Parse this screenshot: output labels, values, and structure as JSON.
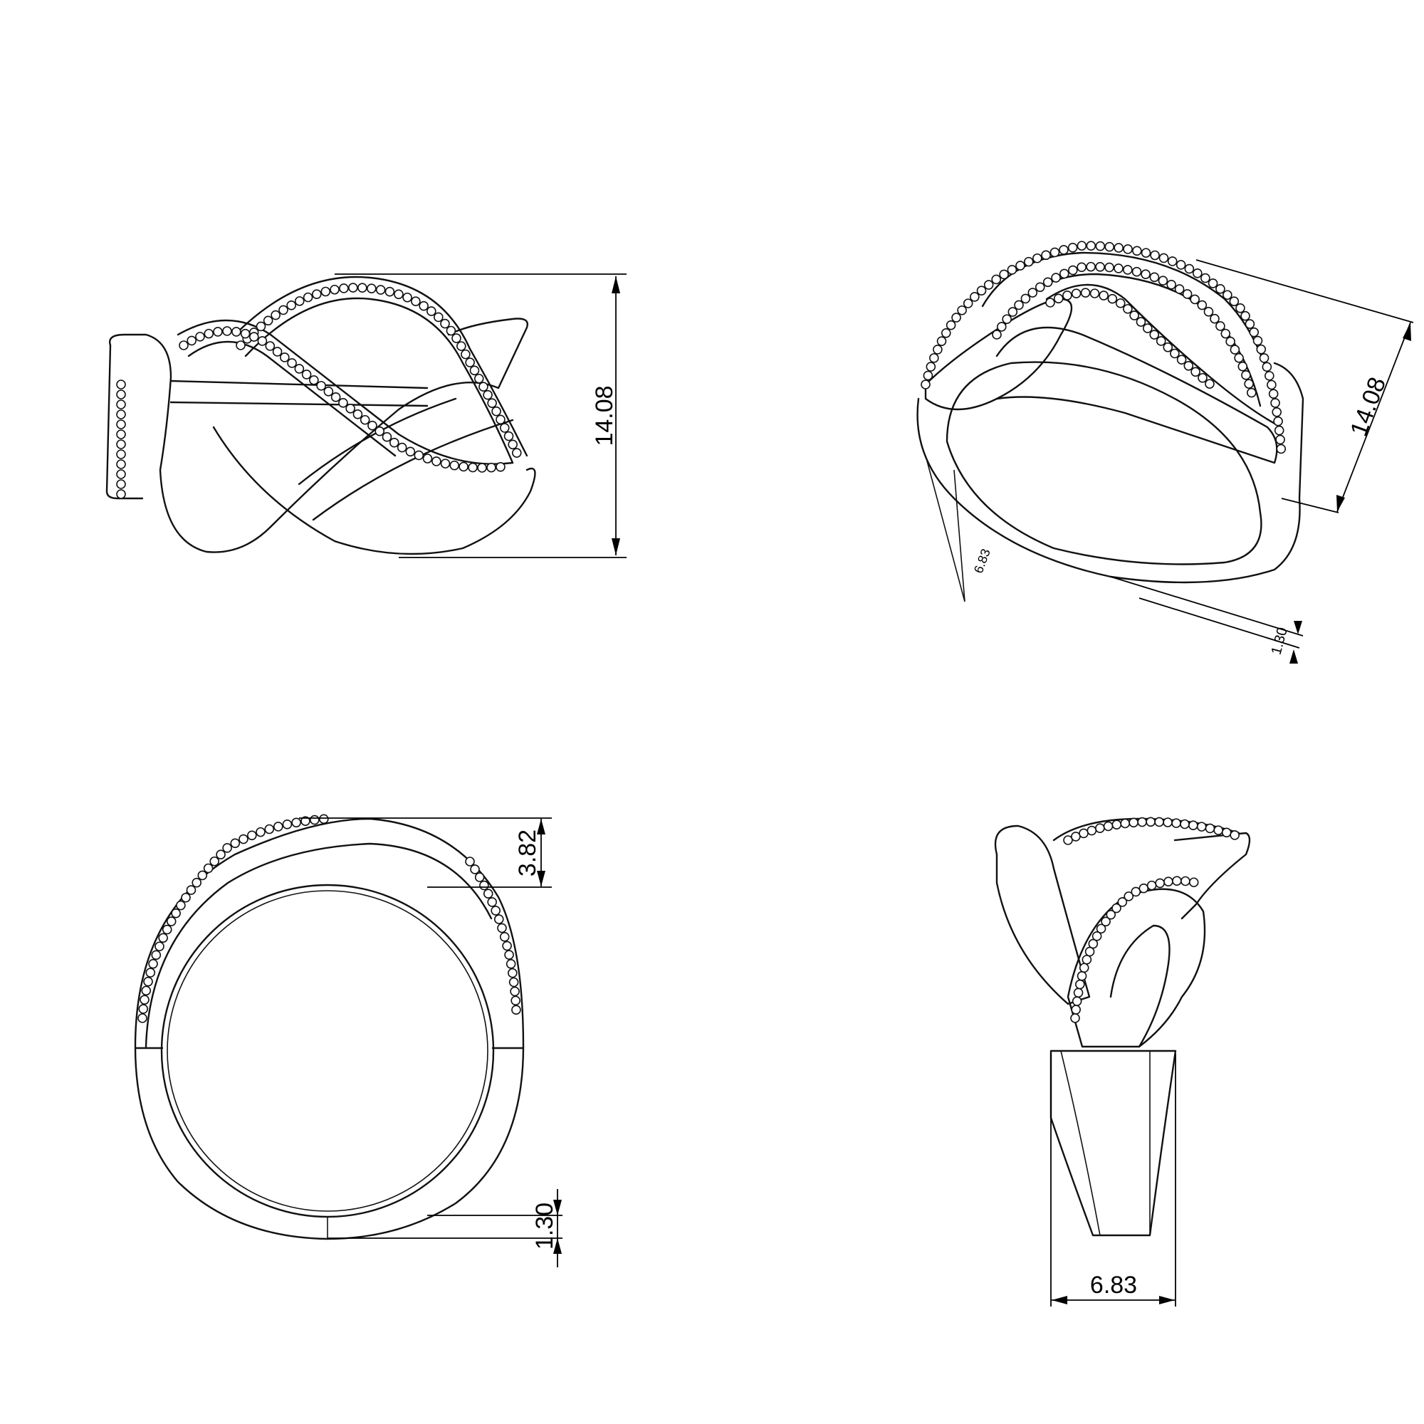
{
  "views": {
    "front": {
      "height_dim": "14.08"
    },
    "perspective": {
      "height_dim": "14.08",
      "width_dim": "6.83",
      "thickness_dim": "1.30"
    },
    "side_profile": {
      "top_dim": "3.82",
      "thickness_dim": "1.30"
    },
    "side": {
      "width_dim": "6.83"
    }
  },
  "colors": {
    "line": "#111111",
    "background": "#ffffff"
  }
}
